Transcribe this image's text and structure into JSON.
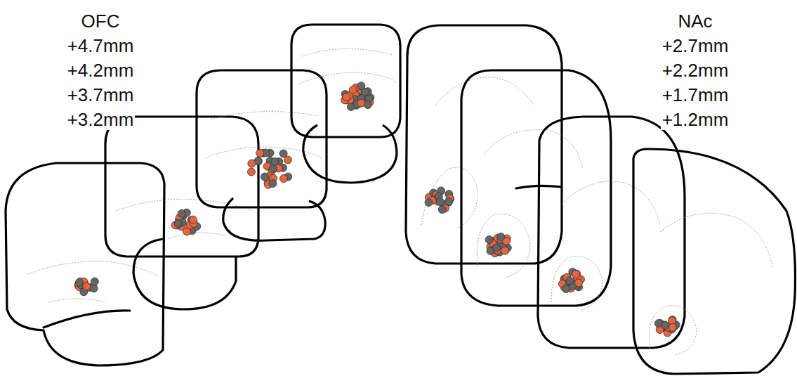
{
  "diagram": {
    "labels": [
      "OFC",
      "+4.7mm",
      "+4.2mm",
      "+3.7mm",
      "+3.2mm",
      "NAc",
      "+2.7mm",
      "+2.2mm",
      "+1.7mm",
      "+1.2mm"
    ]
  }
}
